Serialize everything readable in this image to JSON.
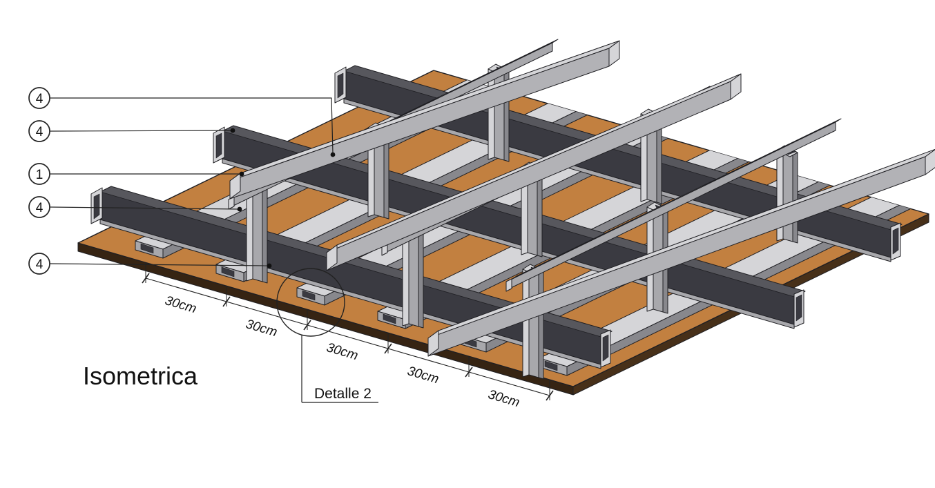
{
  "drawing": {
    "title": "Isometrica",
    "callouts": [
      {
        "label": "4"
      },
      {
        "label": "4"
      },
      {
        "label": "1"
      },
      {
        "label": "4"
      },
      {
        "label": "4"
      }
    ],
    "detail": {
      "label": "Detalle 2"
    },
    "dimensions": {
      "labels": [
        "30cm",
        "30cm",
        "30cm",
        "30cm",
        "30cm"
      ]
    }
  },
  "colors": {
    "board_top": "#c28040",
    "board_side": "#362413",
    "board_side_right": "#473019",
    "metal_light": "#d5d5d8",
    "metal_mid": "#a8a8ac",
    "metal_dark": "#88888d",
    "beam_face": "#b2b2b6",
    "channel_dark": "#3a3a41",
    "channel_flange": "#57575d",
    "line": "#1f1f23",
    "background": "#ffffff",
    "text": "#111111"
  }
}
